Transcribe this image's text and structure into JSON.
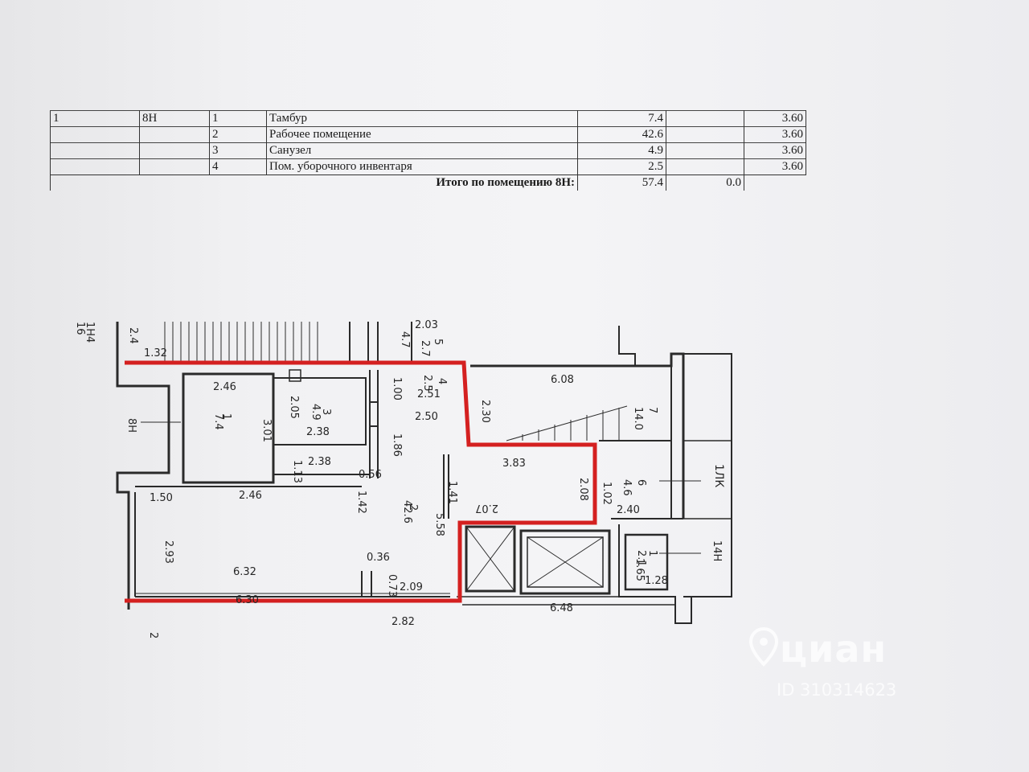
{
  "table": {
    "header_row": {
      "c1": "1",
      "c2": "8Н",
      "c3": "1",
      "name": "Тамбур",
      "area": "7.4",
      "height": "3.60"
    },
    "rows": [
      {
        "num": "2",
        "name": "Рабочее помещение",
        "area": "42.6",
        "height": "3.60"
      },
      {
        "num": "3",
        "name": "Санузел",
        "area": "4.9",
        "height": "3.60"
      },
      {
        "num": "4",
        "name": "Пом. уборочного инвентаря",
        "area": "2.5",
        "height": "3.60"
      }
    ],
    "total": {
      "label": "Итого по помещению 8Н:",
      "area": "57.4",
      "extra": "0.0"
    }
  },
  "plan": {
    "unit_labels": [
      "8Н",
      "1ЛК",
      "14Н",
      "1Н4",
      "16",
      "2"
    ],
    "rooms": [
      {
        "num": "1",
        "area": "7.4"
      },
      {
        "num": "2",
        "area": "42.6"
      },
      {
        "num": "3",
        "area": "4.9"
      },
      {
        "num": "4",
        "area": "2.5"
      },
      {
        "num": "5",
        "area": "2.7"
      },
      {
        "num": "6",
        "area": "4.6"
      },
      {
        "num": "7",
        "area": "14.0"
      },
      {
        "num": "1",
        "area": "2.1"
      }
    ],
    "dimensions": [
      "2.46",
      "3.01",
      "2.05",
      "2.38",
      "2.38",
      "1.13",
      "2.46",
      "1.50",
      "2.93",
      "6.32",
      "6.30",
      "2.82",
      "2.09",
      "0.36",
      "0.73",
      "1.42",
      "0.56",
      "1.86",
      "1.00",
      "2.51",
      "2.50",
      "2.30",
      "6.08",
      "3.83",
      "2.08",
      "1.41",
      "5.58",
      "2.07",
      "2.40",
      "6.48",
      "1.65",
      "1.28",
      "1.32",
      "2.4",
      "1.02",
      "4.7",
      "2.03"
    ]
  },
  "watermark": {
    "brand": "циан",
    "id": "ID 310314623"
  },
  "colors": {
    "highlight": "#d42020",
    "ink": "#262626"
  }
}
